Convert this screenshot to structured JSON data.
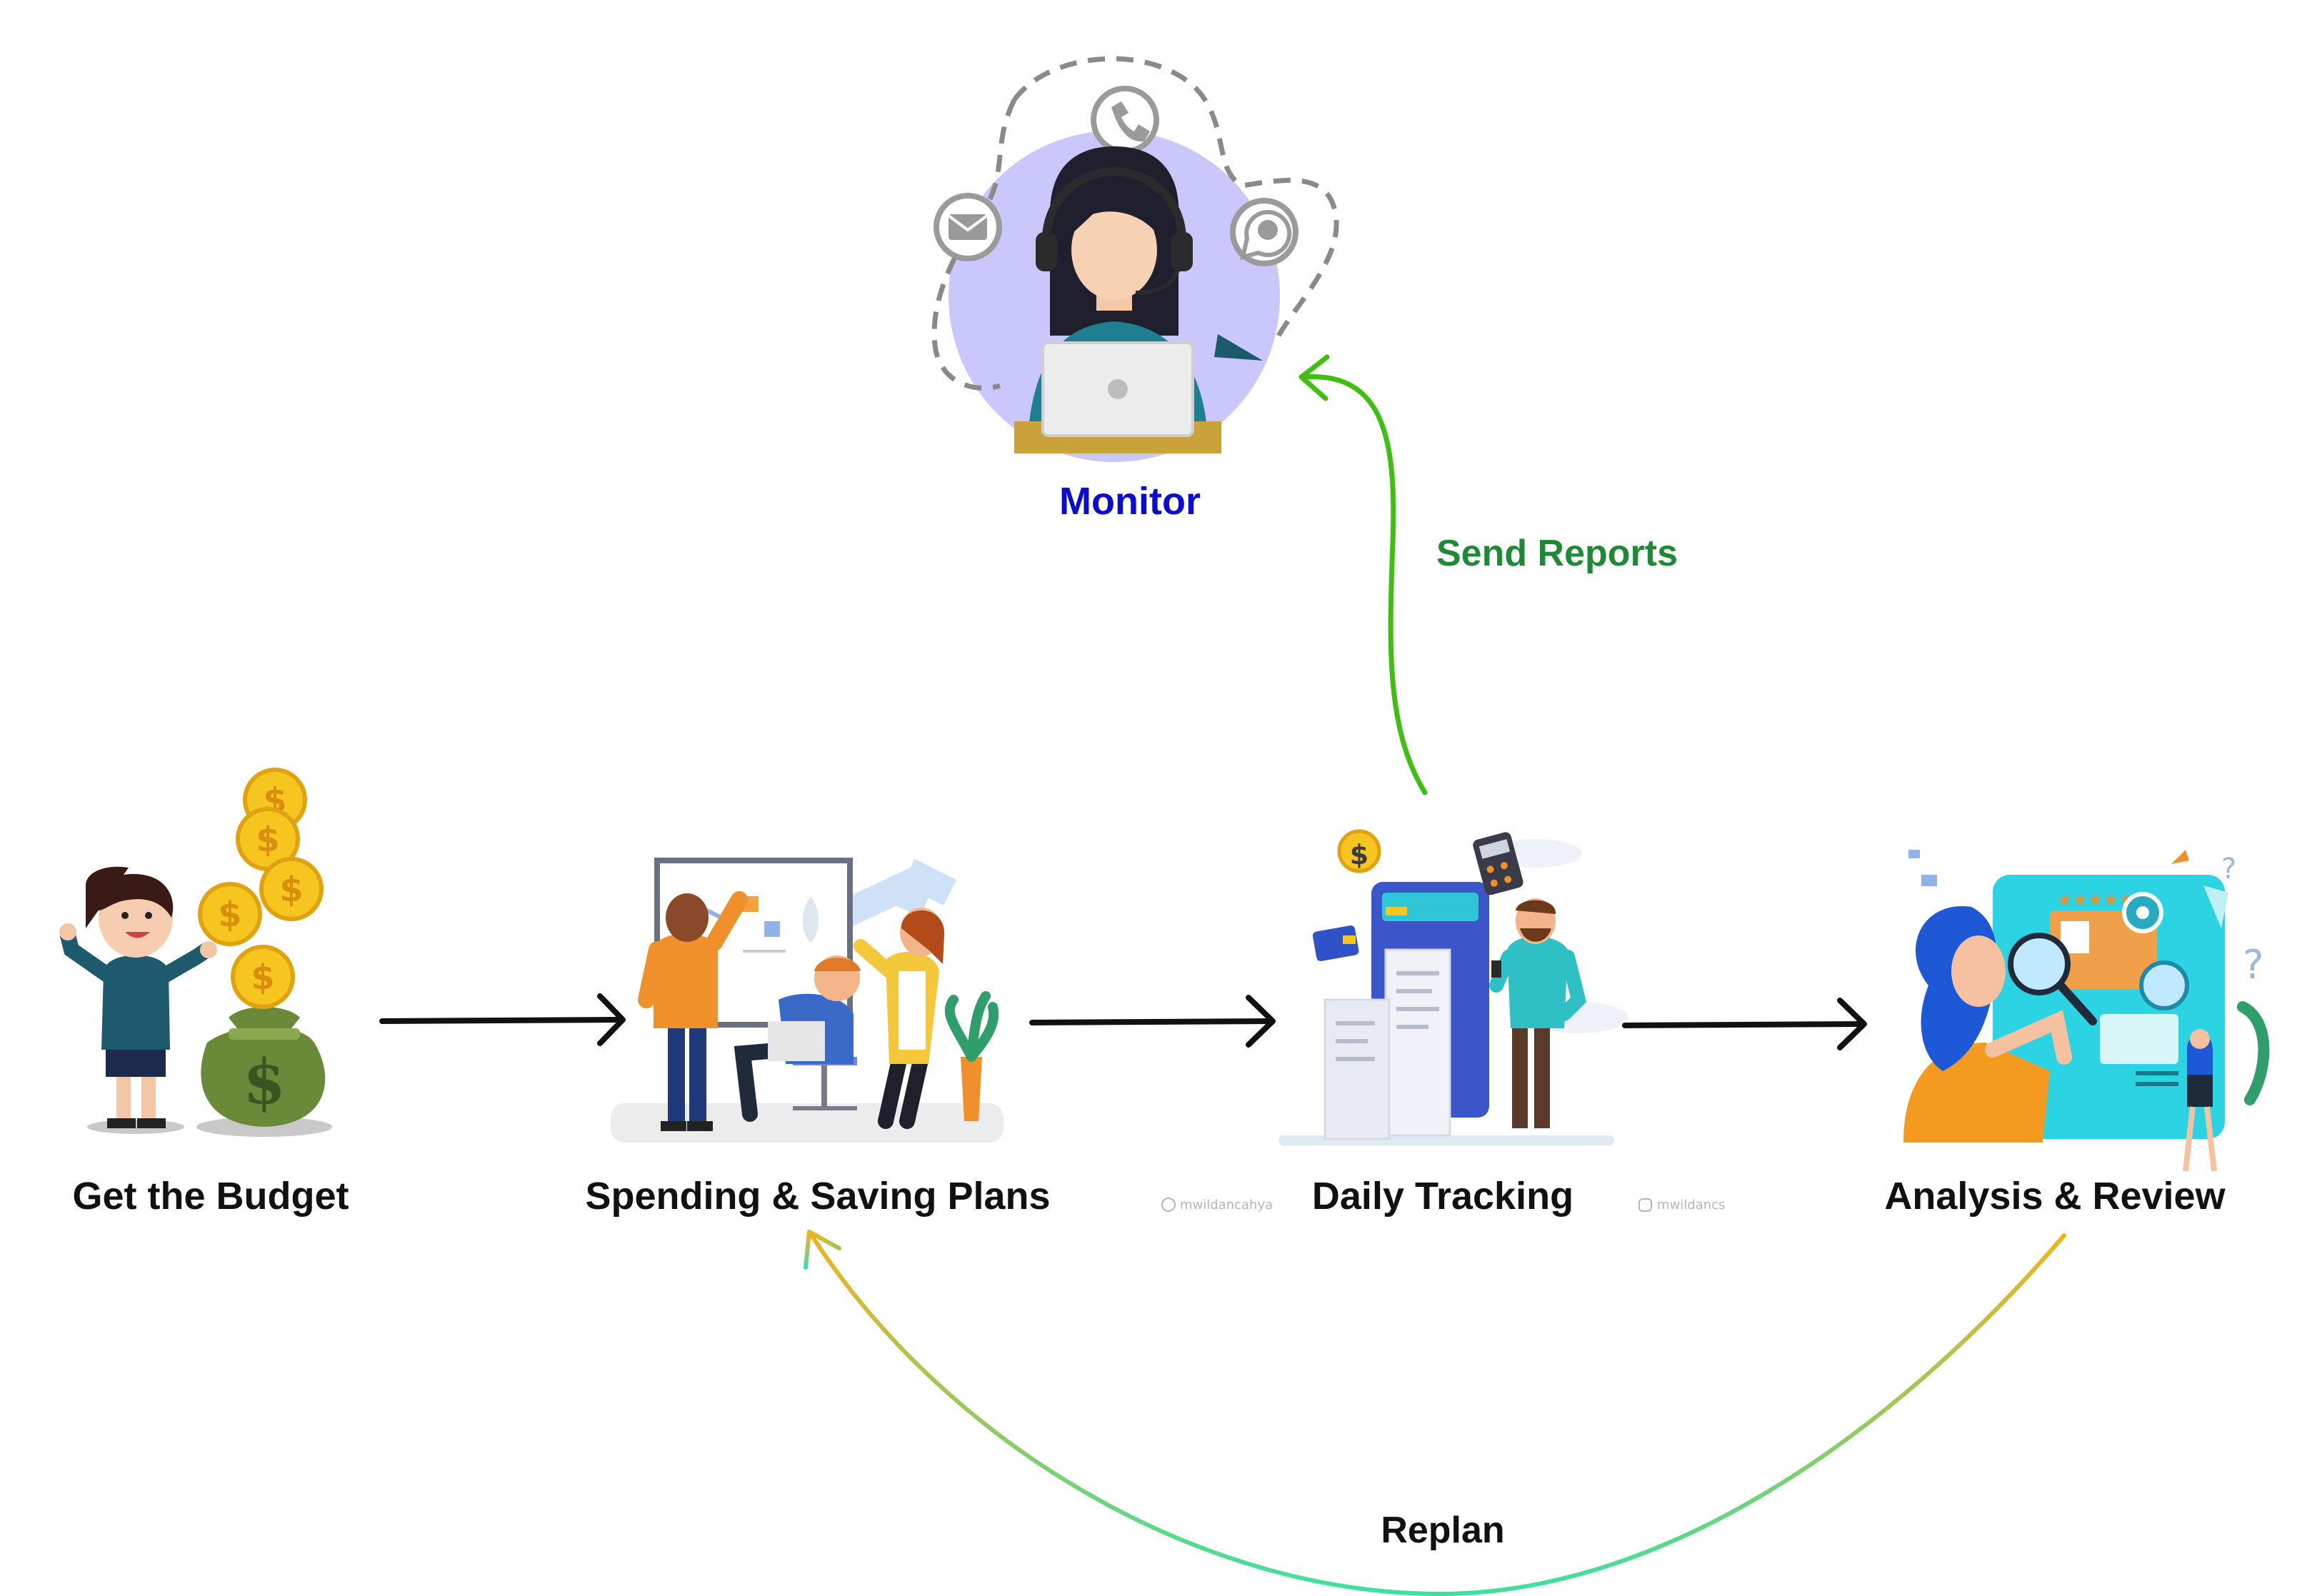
{
  "nodes": {
    "monitor": {
      "label": "Monitor",
      "color": "#0b0bd6"
    },
    "budget": {
      "label": "Get the Budget"
    },
    "plans": {
      "label": "Spending & Saving Plans"
    },
    "tracking": {
      "label": "Daily Tracking"
    },
    "analysis": {
      "label": "Analysis & Review"
    }
  },
  "edges": {
    "send_reports": {
      "label": "Send Reports",
      "color": "#1e8a36",
      "stroke": "#3fbf12"
    },
    "replan": {
      "label": "Replan",
      "stroke_start": "#f2b31a",
      "stroke_end": "#3ee0a0"
    }
  },
  "watermarks": {
    "dribbble": "mwildancahya",
    "instagram": "mwildancs"
  },
  "colors": {
    "text": "#111111",
    "arrow": "#111111"
  }
}
